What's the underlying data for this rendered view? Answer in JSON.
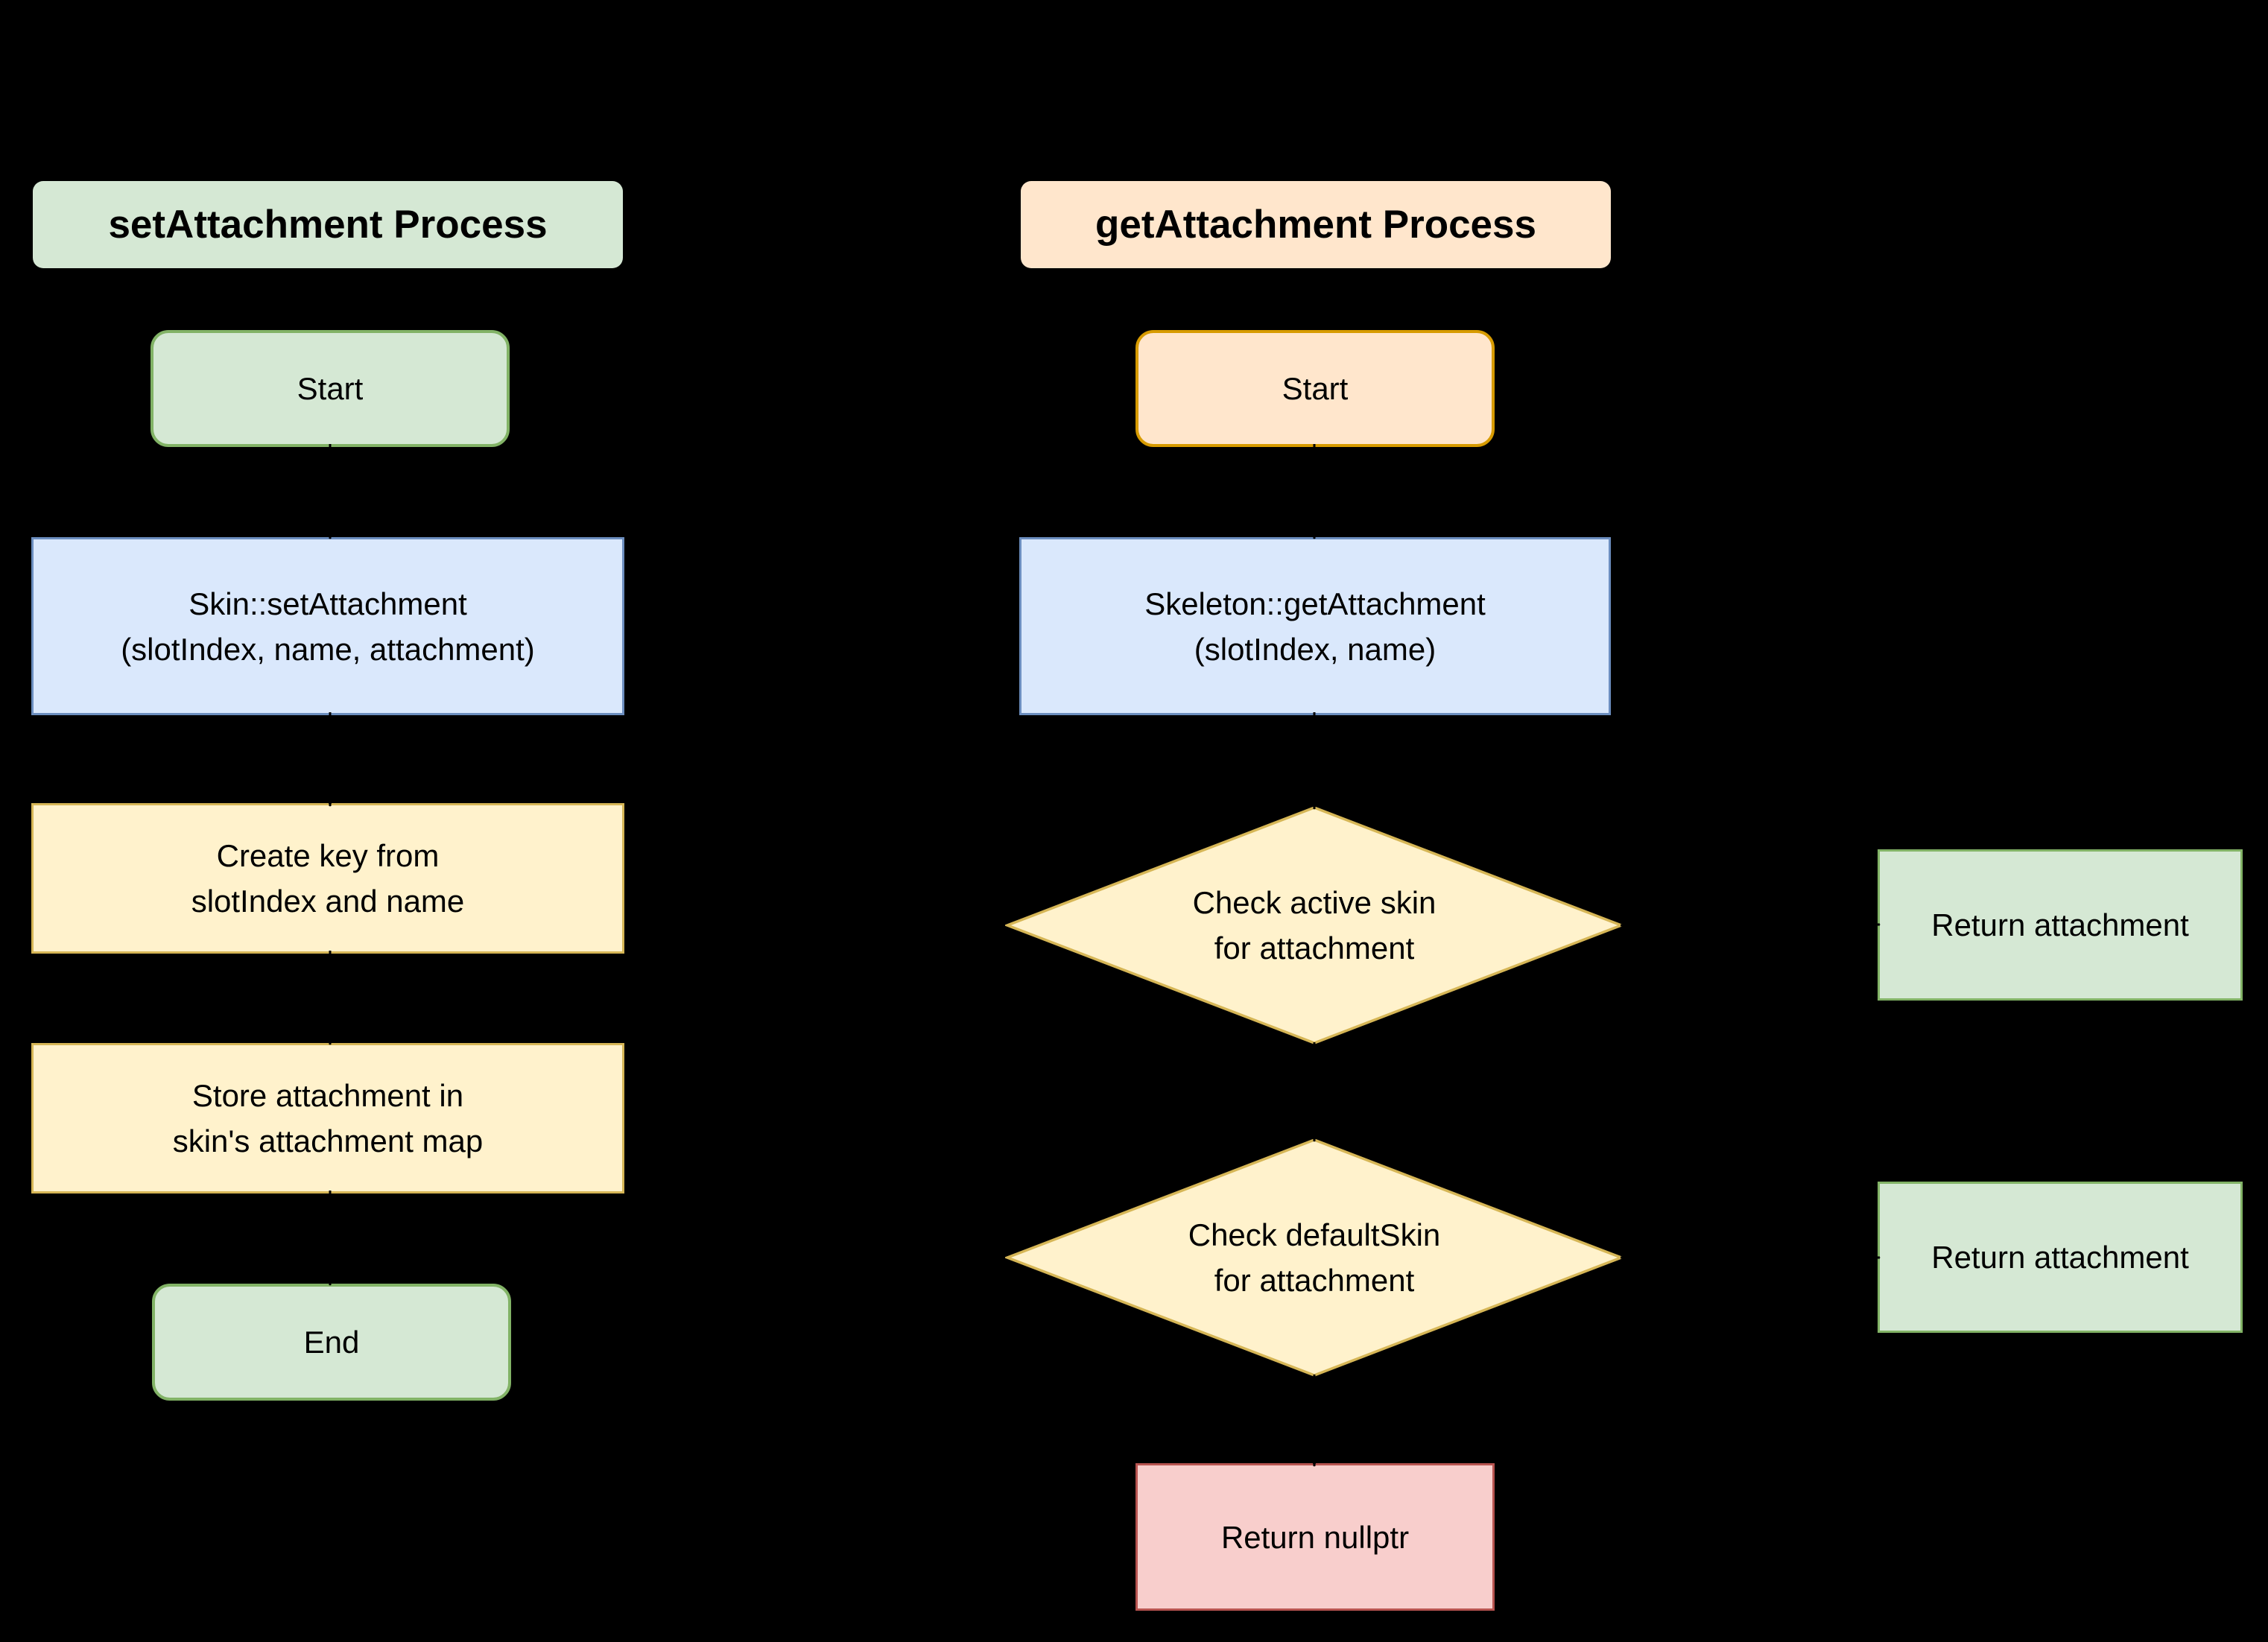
{
  "colors": {
    "bg": "#000000",
    "text": "#000000",
    "connector": "#000000",
    "green-fill": "#d5e8d4",
    "green-border": "#82b366",
    "orange-fill": "#ffe6cc",
    "orange-border": "#d79b00",
    "blue-fill": "#dae8fc",
    "blue-border": "#6c8ebf",
    "yellow-fill": "#fff2cc",
    "yellow-border": "#d6b656",
    "red-fill": "#f8cecc",
    "red-border": "#b85450"
  },
  "set_flow": {
    "header": "setAttachment Process",
    "start": "Start",
    "func_line1": "Skin::setAttachment",
    "func_line2": "(slotIndex, name, attachment)",
    "step1_line1": "Create key from",
    "step1_line2": "slotIndex and name",
    "step2_line1": "Store attachment in",
    "step2_line2": "skin's attachment map",
    "end": "End"
  },
  "get_flow": {
    "header": "getAttachment Process",
    "start": "Start",
    "func_line1": "Skeleton::getAttachment",
    "func_line2": "(slotIndex, name)",
    "decision1_line1": "Check active skin",
    "decision1_line2": "for attachment",
    "decision2_line1": "Check defaultSkin",
    "decision2_line2": "for attachment",
    "return_nullptr": "Return nullptr",
    "return_attachment_1": "Return attachment",
    "return_attachment_2": "Return attachment"
  }
}
